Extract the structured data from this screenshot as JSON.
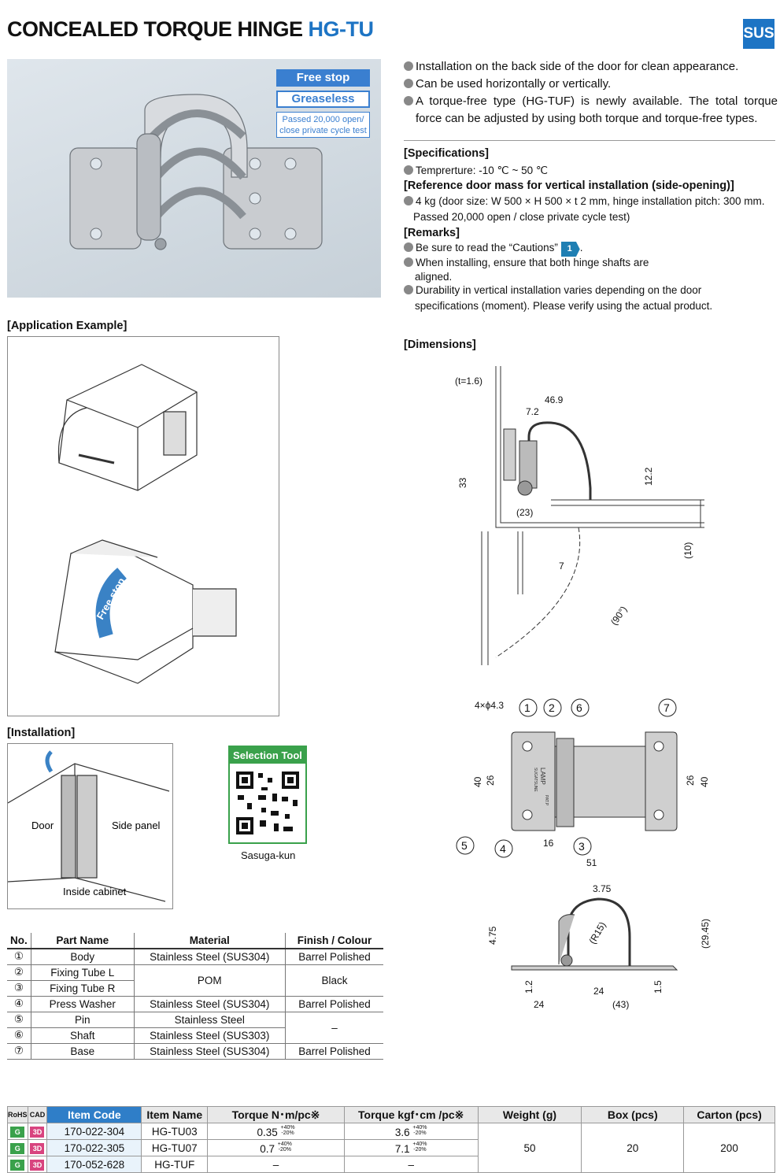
{
  "title": {
    "main": "CONCEALED TORQUE HINGE",
    "code": "HG-TU",
    "material_badge": "SUS"
  },
  "badges": {
    "free_stop": "Free stop",
    "greaseless": "Greaseless",
    "cycle_line1": "Passed 20,000 open/",
    "cycle_line2": "close private cycle test"
  },
  "features": [
    "Installation on the back side of the door for clean appearance.",
    "Can be used horizontally or vertically.",
    "A torque-free type (HG-TUF) is newly available. The total torque force can be adjusted by using both torque and torque-free types."
  ],
  "specifications": {
    "heading": "[Specifications]",
    "temperature": "Temprerture: -10 ℃ ~ 50 ℃",
    "ref_heading": "[Reference door mass for vertical installation (side-opening)]",
    "ref_line1": "4 kg (door size: W 500 × H 500 × t 2 mm, hinge installation pitch: 300 mm.",
    "ref_line2": "Passed 20,000 open / close private cycle test)",
    "remarks_heading": "[Remarks]",
    "remark1_a": "Be sure to read the “Cautions”",
    "remark1_badge": "1",
    "remark1_b": ".",
    "remark2_a": "When installing, ensure that both hinge shafts are",
    "remark2_b": "aligned.",
    "remark3_a": "Durability in vertical installation varies depending on the door",
    "remark3_b": "specifications (moment). Please verify using the actual product."
  },
  "sections": {
    "application": "[Application Example]",
    "installation": "[Installation]",
    "dimensions": "[Dimensions]"
  },
  "application": {
    "free_stop_label": "Free stop"
  },
  "installation": {
    "door": "Door",
    "side_panel": "Side panel",
    "inside_cabinet": "Inside cabinet"
  },
  "selection_tool": {
    "title": "Selection Tool",
    "caption": "Sasuga-kun"
  },
  "dimensions": {
    "t": "(t=1.6)",
    "d46_9": "46.9",
    "d7_2": "7.2",
    "d33": "33",
    "d12_2": "12.2",
    "d23": "(23)",
    "d10": "(10)",
    "d7": "7",
    "d90": "(90°)",
    "holes": "4×ϕ4.3",
    "d40l": "40",
    "d26l": "26",
    "d26r": "26",
    "d40r": "40",
    "d16": "16",
    "d51": "51",
    "d3_75": "3.75",
    "d4_75": "4.75",
    "r15": "(R15)",
    "d29_45": "(29.45)",
    "d1_2": "1.2",
    "d24a": "24",
    "d1_5": "1.5",
    "d24b": "24",
    "d43": "(43)",
    "stamp1": "LAMP",
    "stamp2": "SUGATSUNE",
    "stamp3": "PAT.P",
    "callouts": [
      "1",
      "2",
      "6",
      "7",
      "5",
      "4",
      "3"
    ]
  },
  "parts_table": {
    "headers": [
      "No.",
      "Part Name",
      "Material",
      "Finish / Colour"
    ],
    "rows": [
      [
        "①",
        "Body",
        "Stainless Steel (SUS304)",
        "Barrel Polished"
      ],
      [
        "②",
        "Fixing Tube L",
        "POM",
        "Black"
      ],
      [
        "③",
        "Fixing Tube R",
        "",
        ""
      ],
      [
        "④",
        "Press Washer",
        "Stainless Steel (SUS304)",
        "Barrel Polished"
      ],
      [
        "⑤",
        "Pin",
        "Stainless Steel",
        "–"
      ],
      [
        "⑥",
        "Shaft",
        "Stainless Steel (SUS303)",
        ""
      ],
      [
        "⑦",
        "Base",
        "Stainless Steel (SUS304)",
        "Barrel Polished"
      ]
    ]
  },
  "item_table": {
    "headers": [
      "RoHS",
      "CAD",
      "Item Code",
      "Item Name",
      "Torque N･m/pc※",
      "Torque kgf･cm /pc※",
      "Weight (g)",
      "Box (pcs)",
      "Carton (pcs)"
    ],
    "rohs_icon": "G",
    "cad_icon": "3D",
    "rows": [
      {
        "code": "170-022-304",
        "name": "HG-TU03",
        "torque_nm": "0.35",
        "torque_kgf": "3.6",
        "tol_plus": "+40%",
        "tol_minus": "-20%"
      },
      {
        "code": "170-022-305",
        "name": "HG-TU07",
        "torque_nm": "0.7",
        "torque_kgf": "7.1",
        "tol_plus": "+40%",
        "tol_minus": "-20%"
      },
      {
        "code": "170-052-628",
        "name": "HG-TUF",
        "torque_nm": "–",
        "torque_kgf": "–",
        "tol_plus": "",
        "tol_minus": ""
      }
    ],
    "weight": "50",
    "box": "20",
    "carton": "200"
  }
}
